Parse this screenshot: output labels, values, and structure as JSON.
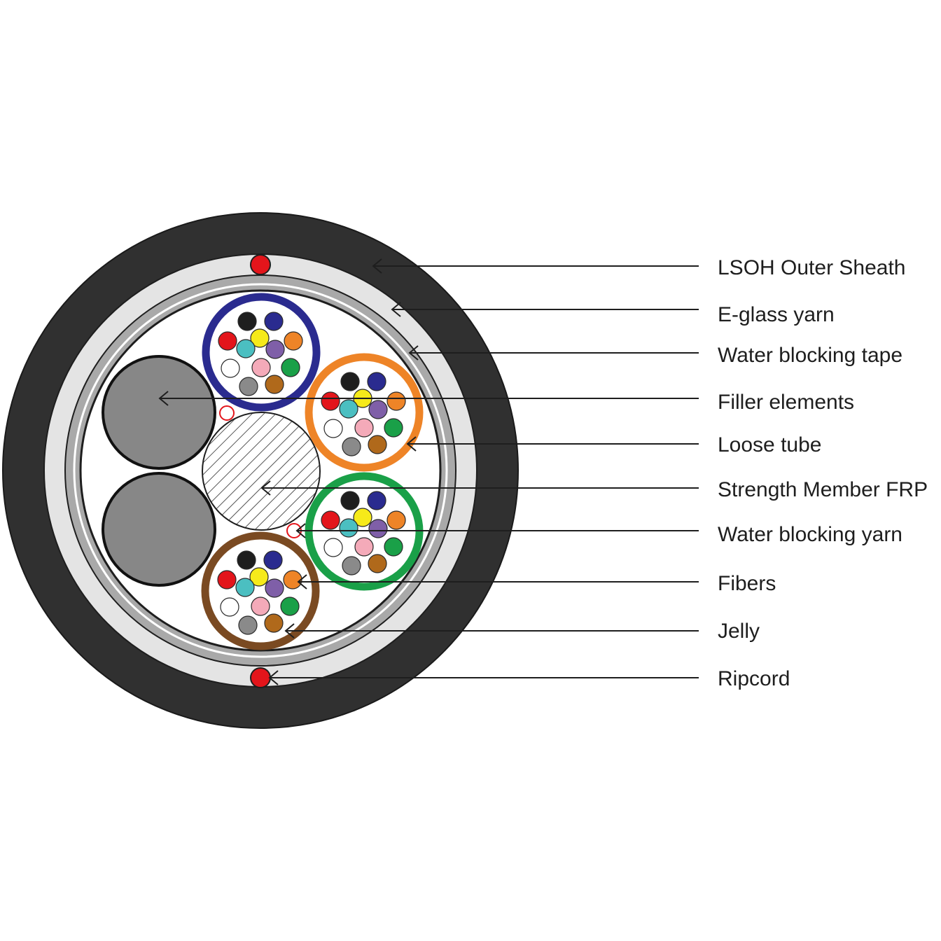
{
  "labels": {
    "outer_sheath": "LSOH Outer Sheath",
    "eglass_yarn": "E-glass yarn",
    "water_blocking_tape": "Water blocking tape",
    "filler_elements": "Filler elements",
    "loose_tube": "Loose tube",
    "strength_member": "Strength Member FRP",
    "water_blocking_yarn": "Water blocking yarn",
    "fibers": "Fibers",
    "jelly": "Jelly",
    "ripcord": "Ripcord"
  },
  "colors": {
    "sheath": "#303030",
    "eglass": "#e4e4e4",
    "tape": "#a9a9a9",
    "filler": "#878787",
    "ripcord": "#e3151b",
    "tube_blue": "#2a2b8f",
    "tube_orange": "#ee8427",
    "tube_green": "#1aa048",
    "tube_brown": "#7a4a22",
    "fiber_colors": [
      "#1e1e1e",
      "#2a2b8f",
      "#e3151b",
      "#f6ea1a",
      "#ee8427",
      "#4bbfc1",
      "#7f5fa8",
      "#ffffff",
      "#f4aab9",
      "#1aa048",
      "#8a8a8a",
      "#b0691b"
    ]
  }
}
